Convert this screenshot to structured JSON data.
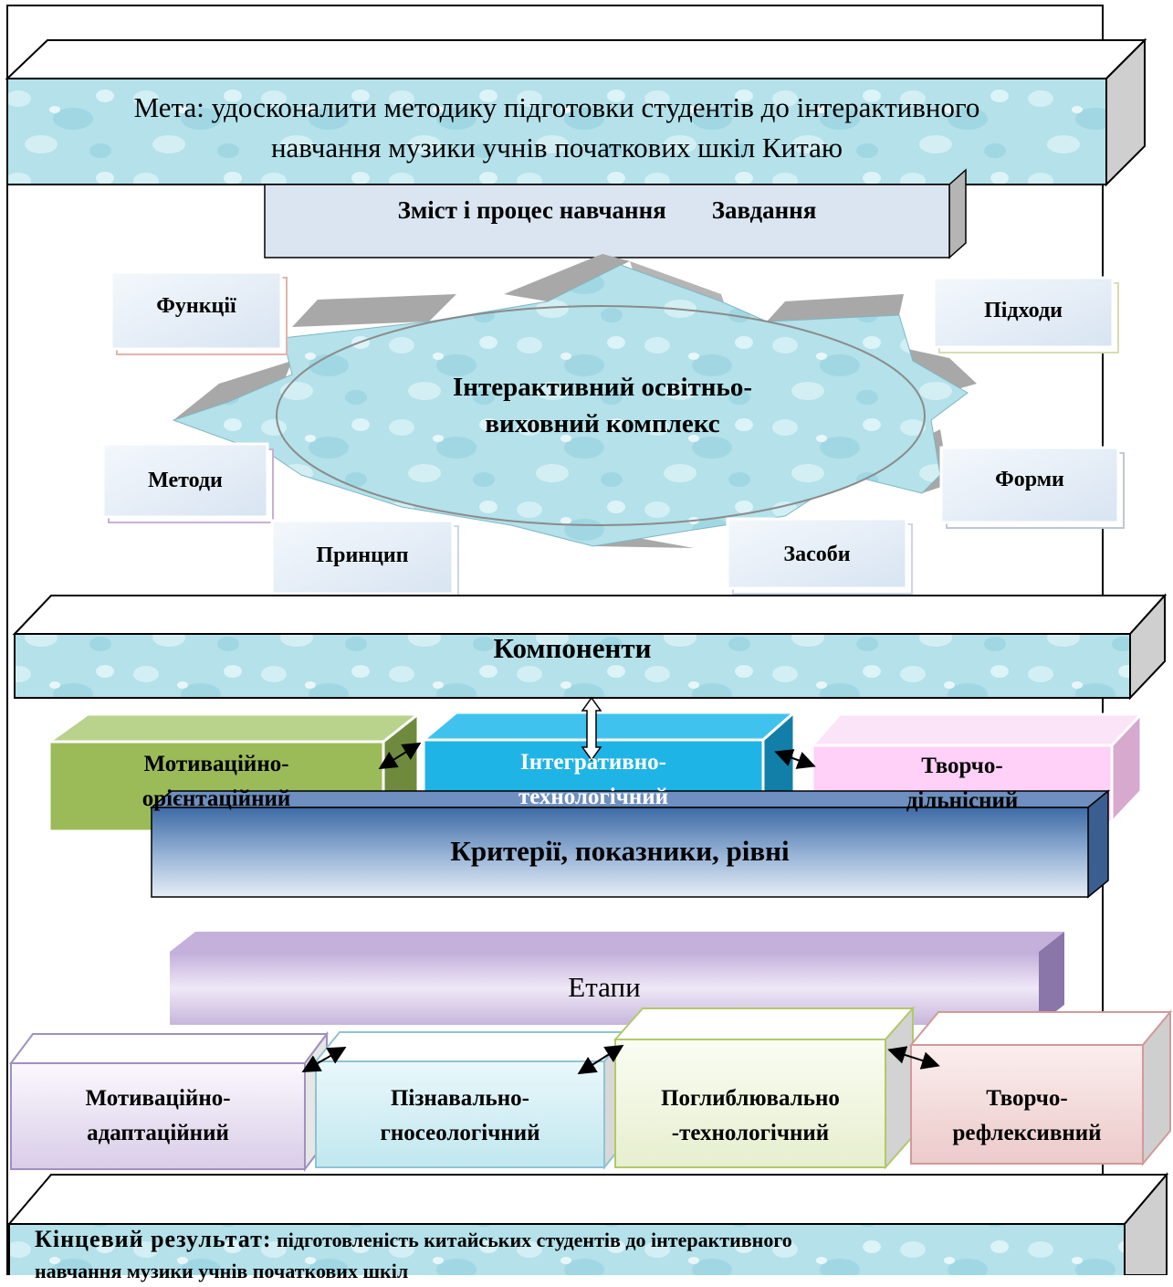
{
  "goal": {
    "line1": "Мета: удосконалити методику підготовки студентів до інтерактивного",
    "line2": "навчання музики учнів початкових шкіл Китаю"
  },
  "content_bar": {
    "left": "Зміст і процес навчання",
    "right": "Завдання"
  },
  "complex": {
    "line1": "Інтерактивний освітньо-",
    "line2": "виховний комплекс"
  },
  "side_cards": {
    "functions": "Функції",
    "approaches": "Підходи",
    "methods": "Методи",
    "forms": "Форми",
    "principle": "Принцип",
    "means": "Засоби"
  },
  "components_title": "Компоненти",
  "components": [
    {
      "line1": "Мотиваційно-",
      "line2": "орієнтаційний"
    },
    {
      "line1": "Інтегративно-",
      "line2": "технологічний"
    },
    {
      "line1": "Творчо-",
      "line2": "дільнісний"
    }
  ],
  "criteria": "Критерії, показники, рівні",
  "stages_title": "Етапи",
  "stages": [
    {
      "line1": "Мотиваційно-",
      "line2": "адаптаційний"
    },
    {
      "line1": "Пізнавально-",
      "line2": "гносеологічний"
    },
    {
      "line1": "Поглиблювально",
      "line2": "-технологічний"
    },
    {
      "line1": "Творчо-",
      "line2": "рефлексивний"
    }
  ],
  "result": {
    "label": "Кінцевий результат:",
    "text1": "підготовленість китайських студентів до інтерактивного",
    "text2": "навчання музики учнів початкових шкіл"
  },
  "colors": {
    "water": "#a8dce6",
    "green_box": "#9bbb59",
    "blue_box": "#1fb4e6",
    "pink_box": "#ffd0f8",
    "criteria": "#4f81bd",
    "stages": "#c9b7d9"
  }
}
